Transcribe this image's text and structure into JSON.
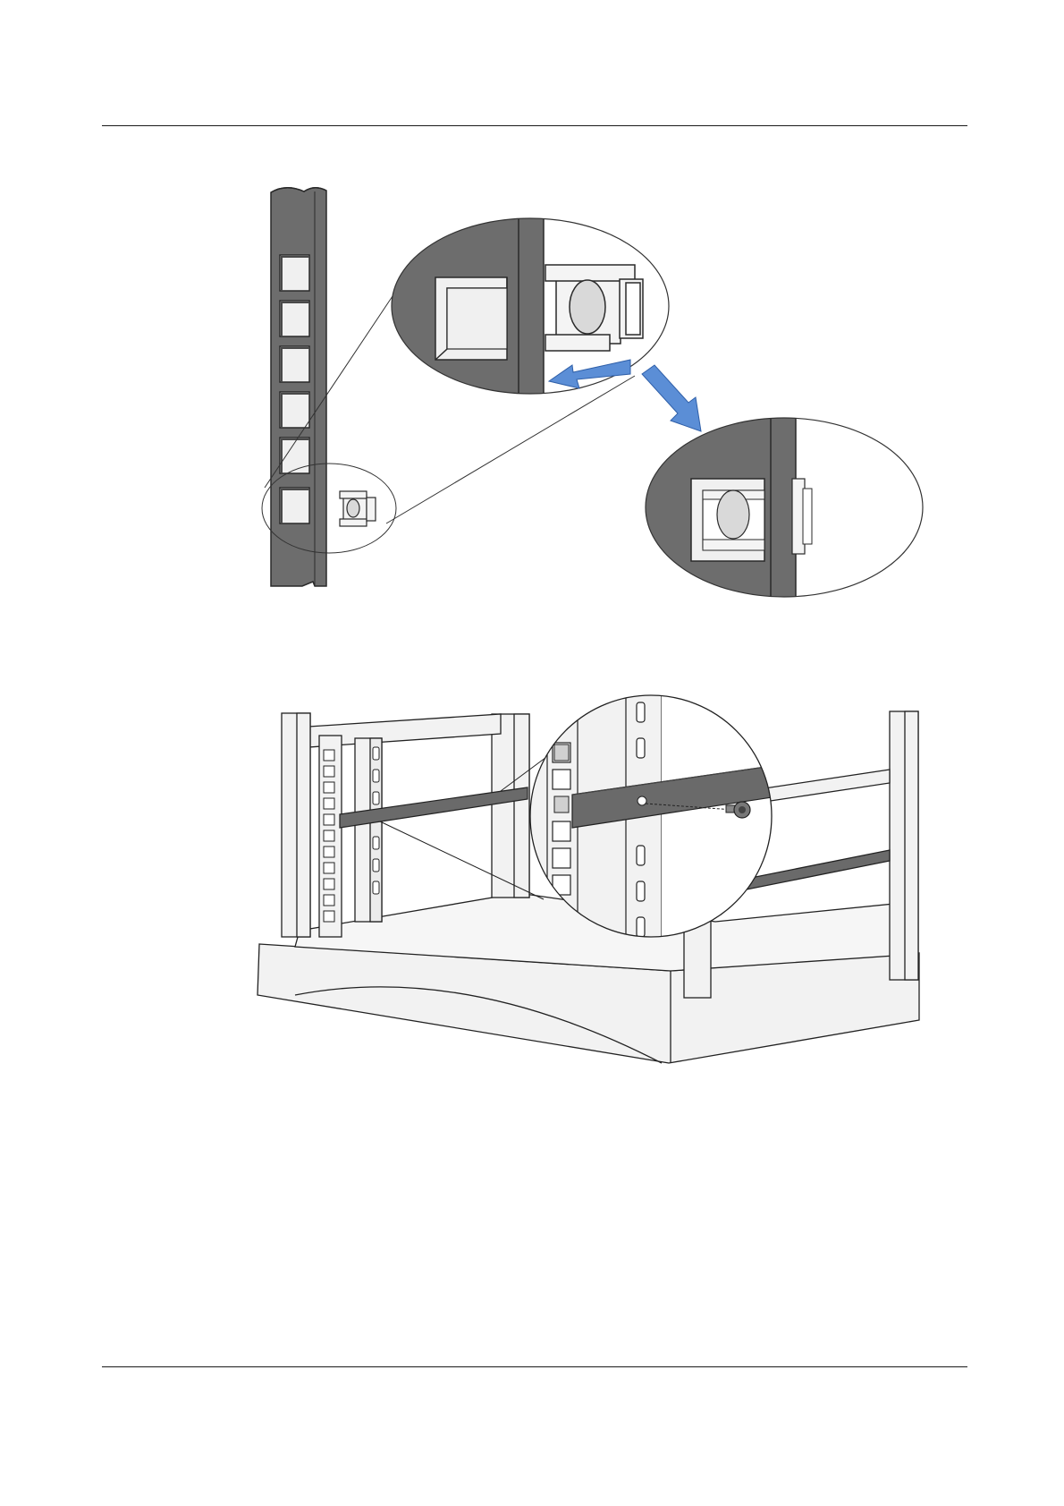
{
  "page": {
    "header_rule": true,
    "footer_rule": true
  },
  "figures": [
    {
      "id": "cage-nut-installation",
      "icon": "cage-nut-installation-illustration",
      "colors": {
        "post": "#6d6d6d",
        "post_dark": "#5a5a5a",
        "outline": "#2a2a2a",
        "hole": "#f0f0f0",
        "arrow": "#5b8ed6",
        "nut_body": "#f4f4f4",
        "nut_face": "#d9d9d9"
      }
    },
    {
      "id": "guide-rail-installation",
      "icon": "guide-rail-installation-illustration",
      "colors": {
        "frame": "#f2f2f2",
        "frame_line": "#222222",
        "rail": "#6a6a6a",
        "floor": "#f3f3f3"
      }
    }
  ]
}
